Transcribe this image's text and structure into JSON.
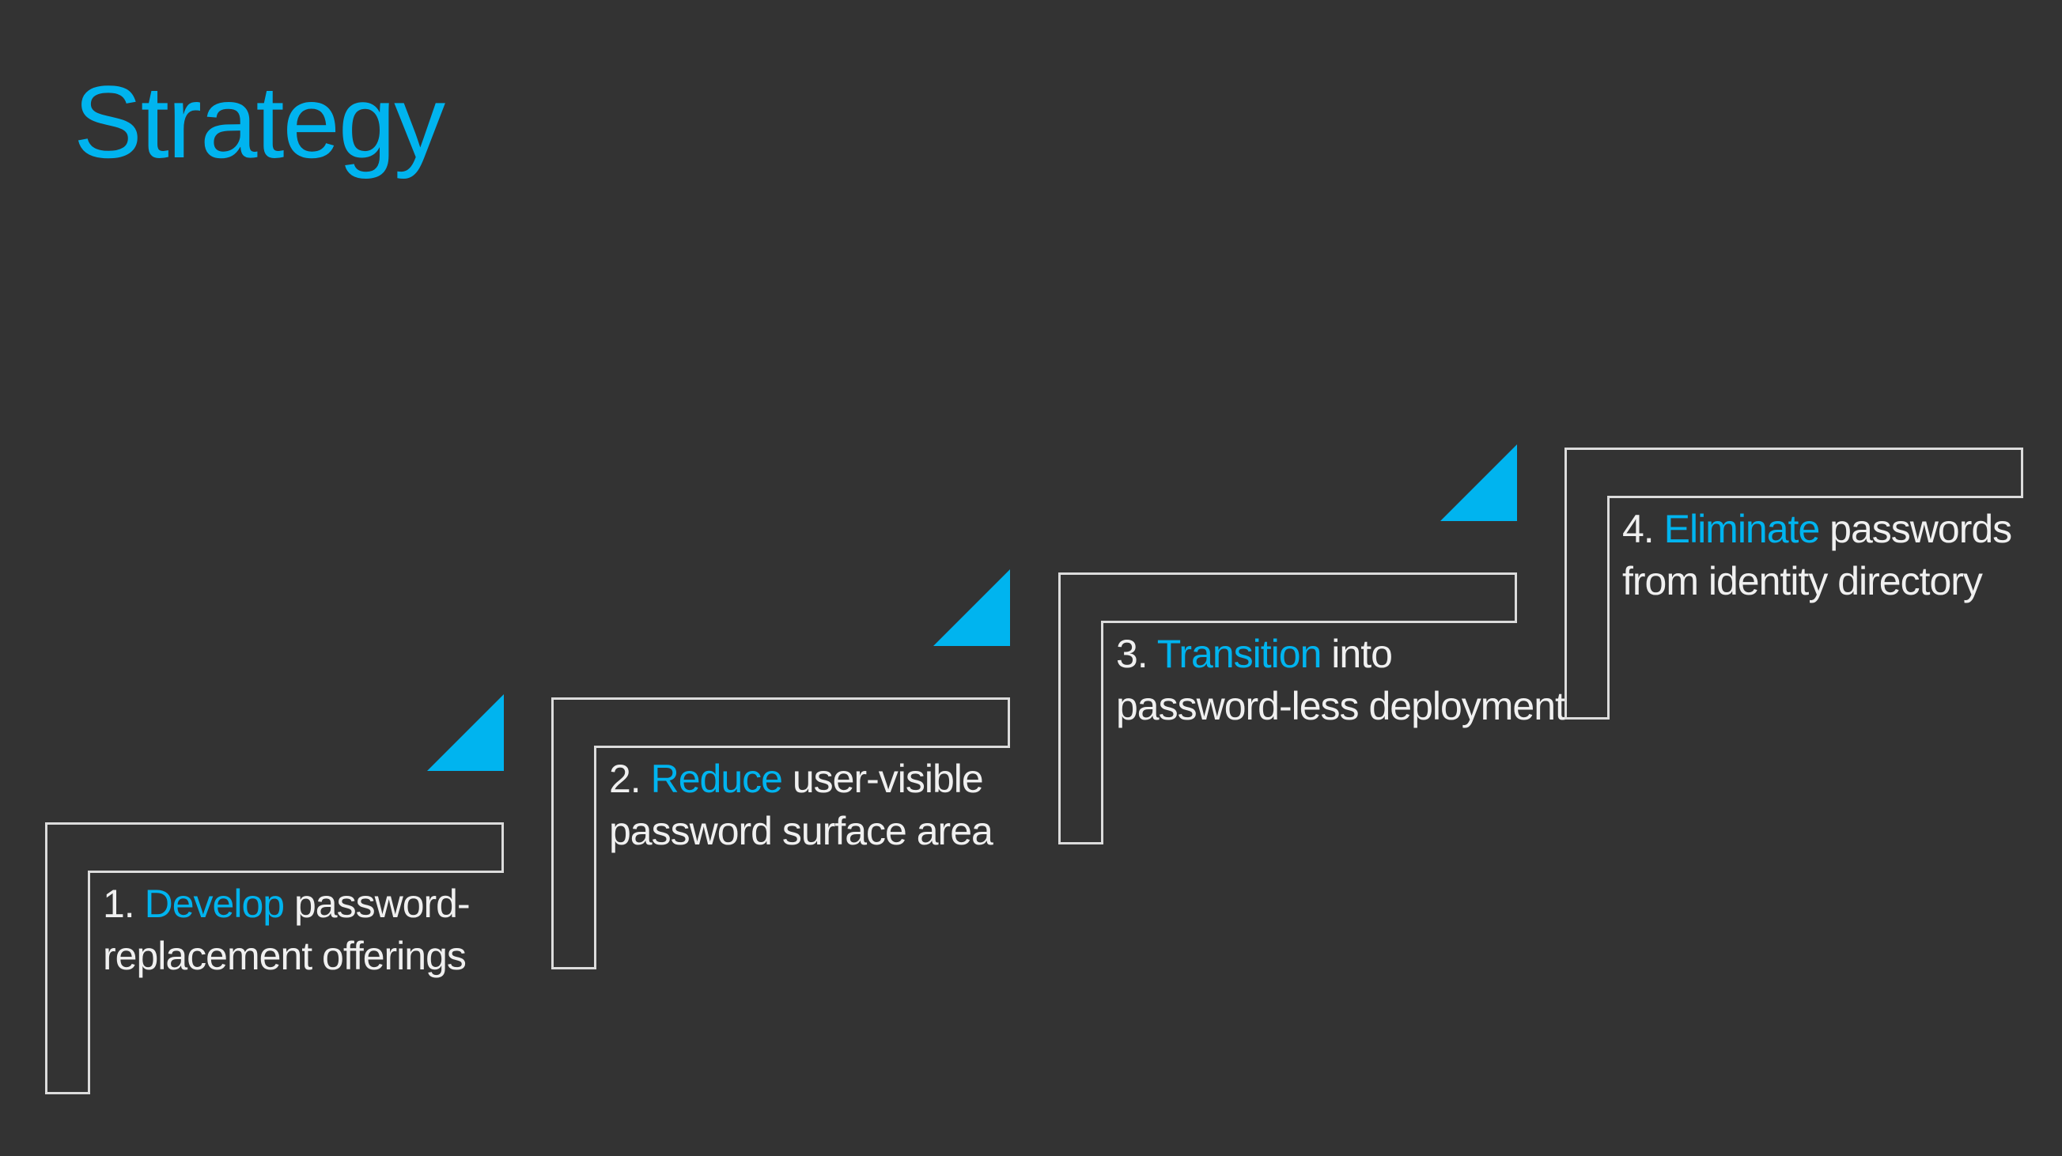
{
  "slide": {
    "title": "Strategy"
  },
  "colors": {
    "background": "#333333",
    "outline": "#DCDCDC",
    "text": "#F0F0F0",
    "accent": "#00B4EF"
  },
  "icons": {
    "step_arrow": "up-right-triangle"
  },
  "steps": [
    {
      "num": "1.",
      "keyword": "Develop",
      "rest_line1": "password-",
      "line2": "replacement offerings",
      "full_text": "1. Develop password-replacement offerings"
    },
    {
      "num": "2.",
      "keyword": "Reduce",
      "rest_line1": "user-visible",
      "line2": "password surface area",
      "full_text": "2. Reduce user-visible password surface area"
    },
    {
      "num": "3.",
      "keyword": "Transition",
      "rest_line1": "into",
      "line2": "password-less deployment",
      "full_text": "3. Transition into password-less deployment"
    },
    {
      "num": "4.",
      "keyword": "Eliminate",
      "rest_line1": "passwords",
      "line2": "from identity directory",
      "full_text": "4. Eliminate passwords from identity directory"
    }
  ]
}
